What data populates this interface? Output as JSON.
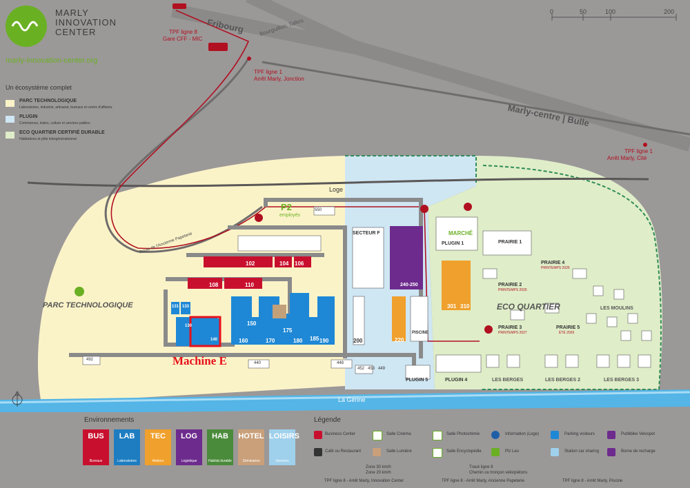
{
  "brand": {
    "name_line1": "MARLY",
    "name_line2": "INNOVATION",
    "name_line3": "CENTER",
    "url": "marly-innovation-center.org"
  },
  "ecosystem": {
    "title": "Un écosystème complet",
    "items": [
      {
        "title": "PARC TECHNOLOGIQUE",
        "desc": "Laboratoires, industrie, artisanat, bureaux et centre d'affaires",
        "color": "#fbf3c8"
      },
      {
        "title": "PLUGIN",
        "desc": "Commerces, loisirs, culture et services publics",
        "color": "#cfe6f3"
      },
      {
        "title": "ECO QUARTIER CERTIFIÉ DURABLE",
        "desc": "Habitations et pôle intergénérationnel",
        "color": "#dfedc8"
      }
    ]
  },
  "scale": {
    "ticks": [
      "0",
      "50",
      "100",
      "200"
    ]
  },
  "roads": {
    "fribourg": "Fribourg",
    "bourguillon": "Bourguillon, Tafers",
    "marly_bulle": "Marly-centre | Bulle",
    "route_papeterie": "Route de l'Ancienne Papeterie",
    "gerine": "La Gérine"
  },
  "transport": [
    {
      "line1": "TPF ligne 8",
      "line2": "Gare CFF - MIC"
    },
    {
      "line1": "TPF ligne 1",
      "line2": "Arrêt Marly, Jonction"
    },
    {
      "line1": "TPF ligne 1",
      "line2": "Arrêt Marly, Cité"
    }
  ],
  "zones": {
    "parc": "PARC TECHNOLOGIQUE",
    "eco": "ECO QUARTIER",
    "moulins": "LES MOULINS",
    "berges": "LES BERGES",
    "berges2": "LES BERGES 2",
    "berges3": "LES BERGES 3",
    "secteur_f": "SECTEUR F",
    "loge": "Loge",
    "plugin1": "PLUGIN 1",
    "plugin4": "PLUGIN 4",
    "plugin5": "PLUGIN 5",
    "piscine": "PISCINE",
    "marche": "MARCHÉ",
    "p2": "P2",
    "p2_sub": "employés"
  },
  "prairies": [
    {
      "name": "PRAIRIE 1",
      "sub": ""
    },
    {
      "name": "PRAIRIE 2",
      "sub": "PRINTEMPS 2026"
    },
    {
      "name": "PRAIRIE 3",
      "sub": "PRINTEMPS 2027"
    },
    {
      "name": "PRAIRIE 4",
      "sub": "PRINTEMPS 2026"
    },
    {
      "name": "PRAIRIE 5",
      "sub": "ÉTÉ 2026"
    }
  ],
  "buildings": [
    "102",
    "104",
    "106",
    "108",
    "110",
    "131",
    "133",
    "130",
    "140",
    "150",
    "160",
    "170",
    "175",
    "180",
    "185",
    "190",
    "200",
    "220",
    "240-250",
    "301",
    "310",
    "550",
    "440",
    "448",
    "452",
    "453",
    "449",
    "492"
  ],
  "annotation": {
    "label": "Machine E"
  },
  "environments": {
    "title": "Environnements",
    "items": [
      {
        "code": "BUS",
        "sub": "Bureaux",
        "color": "#c8102e"
      },
      {
        "code": "LAB",
        "sub": "Laboratoires",
        "color": "#1e7dc1"
      },
      {
        "code": "TEC",
        "sub": "Ateliers",
        "color": "#f0a02c"
      },
      {
        "code": "LOG",
        "sub": "Logistique",
        "color": "#6d2b8d"
      },
      {
        "code": "HAB",
        "sub": "Habitat durable",
        "color": "#4a8b3b"
      },
      {
        "code": "HOTEL",
        "sub": "Séminaires",
        "color": "#c9a07a"
      },
      {
        "code": "LOISIRS",
        "sub": "Services",
        "color": "#9fd0ec"
      }
    ]
  },
  "legend": {
    "title": "Légende",
    "items": [
      "Business Center",
      "Salle Cinéma",
      "Salle Photochimie",
      "Information (Loge)",
      "Parking visiteurs",
      "Publibike Velospot",
      "Café ou Restaurant",
      "Salle Lumière",
      "Salle Encyclopédie",
      "Plz Leu",
      "Station car sharing",
      "Borne de recharge",
      "Zone 30 km/h",
      "Zone 20 km/h",
      "Tracé ligne 8",
      "Chemin ou tronçon vélo/piétons",
      "TPF ligne 8 - Arrêt Marly, Innovation Center",
      "TPF ligne 8 - Arrêt Marly, Ancienne Papeterie",
      "TPF ligne 8 - Arrêt Marly, Piscine"
    ]
  },
  "colors": {
    "accent": "#6ab023",
    "red": "#b01020",
    "blue": "#1e88d6",
    "purple": "#6d2b8d",
    "orange": "#f0a02c"
  }
}
